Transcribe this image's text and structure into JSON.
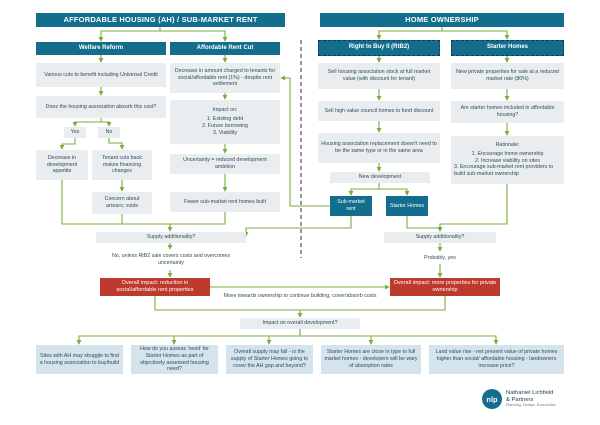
{
  "headers": {
    "left": "AFFORDABLE HOUSING (AH) / SUB-MARKET RENT",
    "right": "HOME OWNERSHIP"
  },
  "welfare": {
    "title": "Welfare Reform",
    "cuts": "Various cuts to benefit including Universal Credit",
    "question": "Does the housing association absorb this cost?",
    "yes": "Yes",
    "no": "No",
    "decrease": "Decrease in development appetite",
    "tenant_cuts": "Tenant cuts back makes financing changes",
    "concern": "Concern about arrears; voids"
  },
  "rent_cut": {
    "title": "Affordable Rent Cut",
    "decrease": "Decrease in amount charged to tenants for social/affordable rent (1%) - despite rent settlement",
    "impact_title": "Impact on:",
    "impact_items": [
      "1.  Existing debt",
      "2.  Future borrowing",
      "3.  Viability"
    ],
    "uncertainty": "Uncertainty = reduced development ambition",
    "fewer": "Fewer sub-market rent homes built"
  },
  "rtb": {
    "title": "Right to Buy II (RtB2)",
    "sell_stock": "Sell housing association stock at full market value (with discount for tenant)",
    "sell_council": "Sell high value council homes to fund discount",
    "replacement": "Housing association replacement doesn't need to be the same type or in the same area",
    "new_dev": "New development",
    "sub_market": "Sub-market rent",
    "starter_homes": "Starter Homes"
  },
  "starter": {
    "title": "Starter Homes",
    "new_private": "New private properties for sale at a reduced market rate (80%)",
    "question": "Are starter homes included in affordable housing?",
    "rationale_title": "Rationale:",
    "rationale_items": [
      "1.  Encourage home ownership",
      "2.  Increase viability on sites",
      "3.  Encourage sub-market rent providers to build sub-market ownership"
    ]
  },
  "supply": {
    "left_q": "Supply additionality?",
    "left_a": "No, unless RtB2 sale covers costs and overcomes uncertainty",
    "right_q": "Supply additionality?",
    "right_a": "Probably, yes"
  },
  "impact": {
    "left": "Overall impact: reduction in social/affordable rent properties",
    "middle": "Move towards ownership to continue building, cover/absorb costs",
    "right": "Overall impact: more properties for private ownership",
    "question": "Impact on overall development?"
  },
  "bottom": [
    "Sites with AH may struggle to find a housing association to buy/build",
    "How do you assess 'need' for Starter Homes as part of objectively assessed housing need?",
    "Overall supply may fall - is the supply of Starter Homes going to cover the AH gap and beyond?",
    "Starter Homes are close in type to full market homes - developers will be wary of absorption rates",
    "Land value rise - net present value of private homes higher than social/ affordable housing - landowners increase price?"
  ],
  "logo": {
    "mark": "nlp",
    "line1": "Nathaniel Lichfield",
    "line2": "& Partners",
    "tagline": "Planning. Design. Economics."
  },
  "colors": {
    "teal": "#136e8e",
    "light": "#e9edef",
    "red": "#bd3a2c",
    "connector": "#79ad3c",
    "divider": "#2a2a2a"
  }
}
